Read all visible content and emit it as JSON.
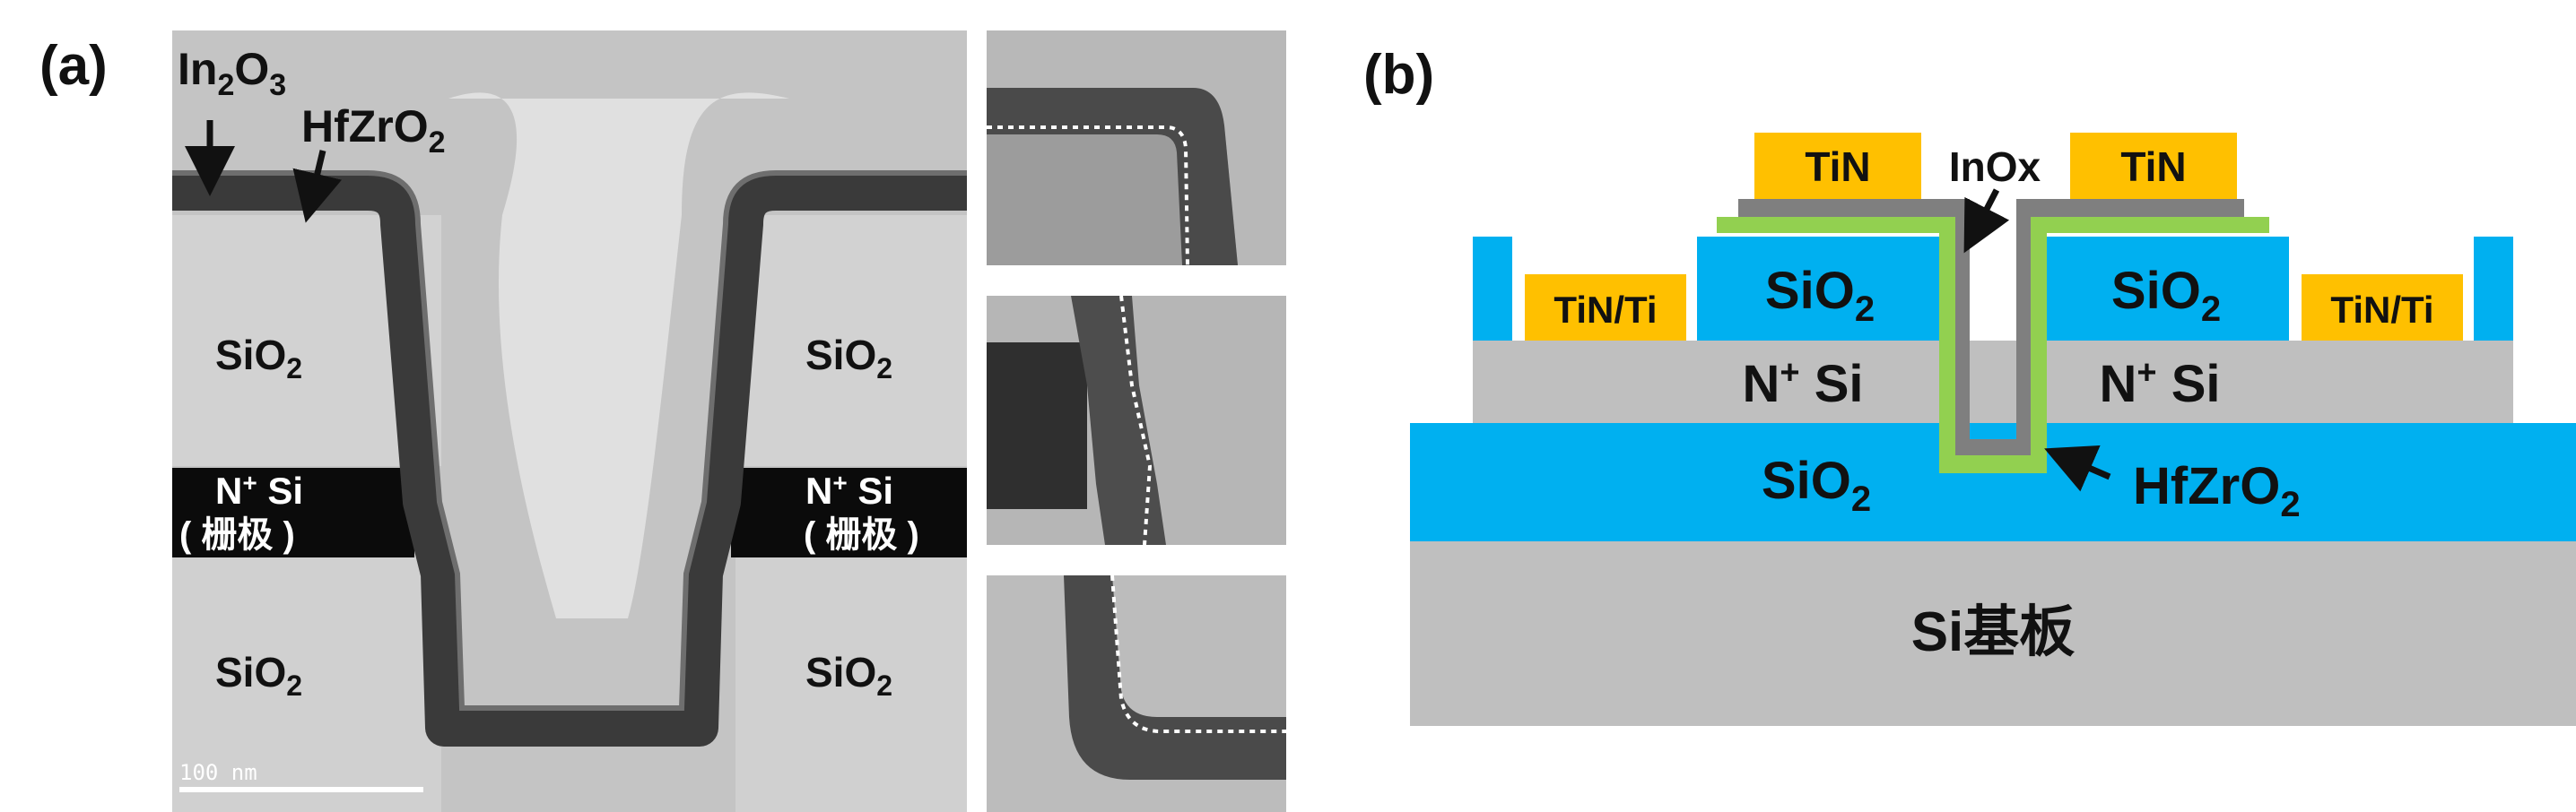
{
  "panel_a": {
    "label": "(a)",
    "annotations": {
      "in2o3": {
        "base": "In",
        "sub1": "2",
        "mid": "O",
        "sub2": "3"
      },
      "hfzro2": {
        "base": "HfZrO",
        "sub": "2"
      }
    },
    "regions": {
      "sio2_top_left": {
        "base": "SiO",
        "sub": "2"
      },
      "sio2_top_right": {
        "base": "SiO",
        "sub": "2"
      },
      "sio2_bottom_left": {
        "base": "SiO",
        "sub": "2"
      },
      "sio2_bottom_right": {
        "base": "SiO",
        "sub": "2"
      },
      "gate_left": {
        "line1_base": "N",
        "line1_sup": "+",
        "line1_rest": " Si",
        "line2": "( 栅极 )"
      },
      "gate_right": {
        "line1_base": "N",
        "line1_sup": "+",
        "line1_rest": " Si",
        "line2": "( 栅极 )"
      }
    },
    "scale_bar": "100 nm"
  },
  "panel_b": {
    "label": "(b)",
    "labels": {
      "tin_left": "TiN",
      "tin_right": "TiN",
      "inox": "InOx",
      "tinti_left": "TiN/Ti",
      "tinti_right": "TiN/Ti",
      "sio2_left": {
        "base": "SiO",
        "sub": "2"
      },
      "sio2_right": {
        "base": "SiO",
        "sub": "2"
      },
      "sio2_bottom": {
        "base": "SiO",
        "sub": "2"
      },
      "nsi_left": {
        "base": "N",
        "sup": "+",
        "rest": " Si"
      },
      "nsi_right": {
        "base": "N",
        "sup": "+",
        "rest": " Si"
      },
      "hfzro2": {
        "base": "HfZrO",
        "sub": "2"
      },
      "substrate": "Si基板"
    }
  },
  "colors": {
    "tem_background": "#b9b9b9",
    "tem_sio2": "#cfcfcf",
    "tem_film": "#3a3a3a",
    "tem_gate": "#0a0a0a",
    "sio2_blue": "#00b0f0",
    "silicon_gray": "#bfbfbf",
    "tin_yellow": "#ffc000",
    "hfzro2_green": "#92d050",
    "inox_gray": "#7f7f7f"
  }
}
